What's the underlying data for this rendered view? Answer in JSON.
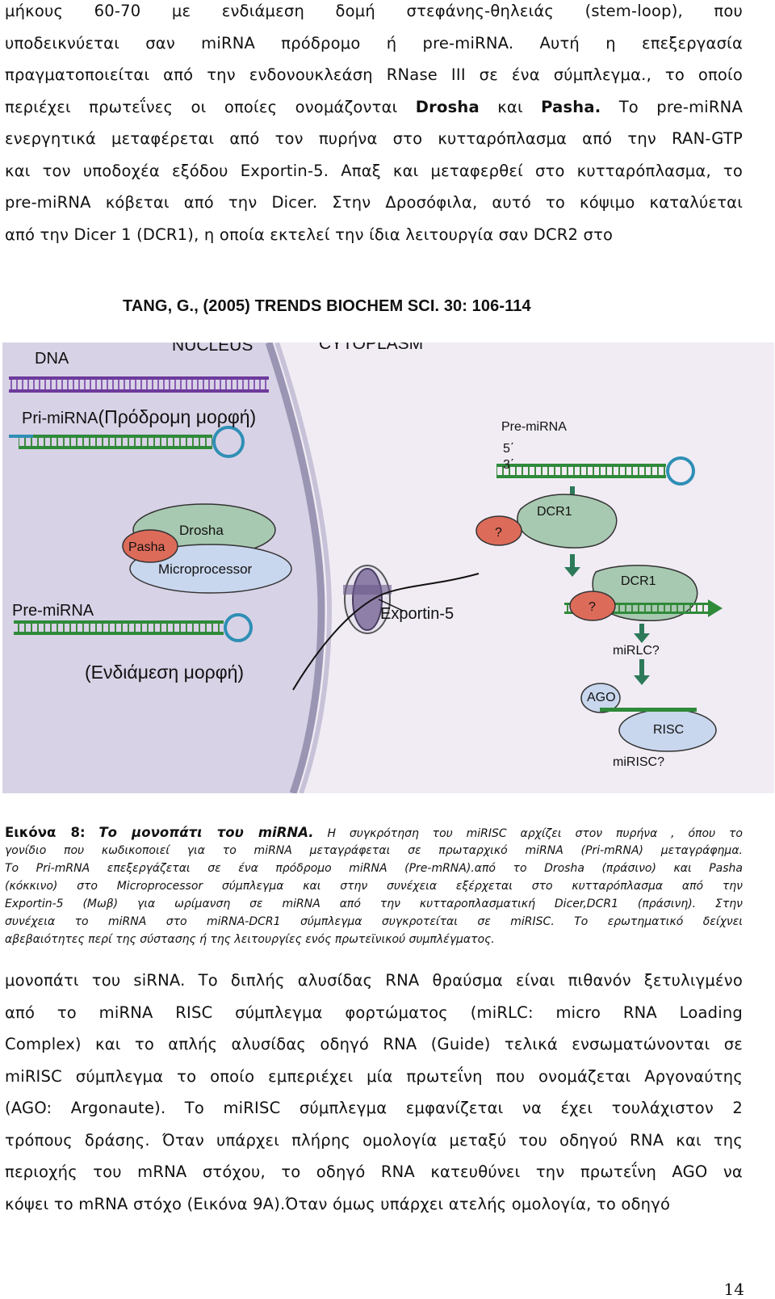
{
  "paragraph_top": [
    "μήκους 60-70 με ενδιάμεση δομή στεφάνης-θηλειάς (stem-loop), που",
    "υποδεικνύεται σαν miRNA πρόδρομο ή pre-miRNA. Αυτή η επεξεργασία",
    "πραγματοποιείται από την ενδονουκλεάση RNase III σε ένα σύμπλεγμα., το οποίο",
    "περιέχει πρωτεΐνες οι οποίες ονομάζονται ",
    "ενεργητικά μεταφέρεται από τον πυρήνα στο κυτταρόπλασμα από την RAN-GTP",
    "και τον υποδοχέα εξόδου Exportin-5. Απαξ και μεταφερθεί στο κυτταρόπλασμα, το",
    "pre-miRNA κόβεται από την Dicer. Στην Δροσόφιλα, αυτό το κόψιμο καταλύεται",
    "από την Dicer 1 (DCR1), η οποία εκτελεί την ίδια λειτουργία σαν DCR2 στο"
  ],
  "line4_parts": {
    "drosha": "Drosha",
    "and": " και ",
    "pasha": "Pasha.",
    "rest": " Το pre-miRNA"
  },
  "figure": {
    "source": "TANG, G., (2005) TRENDS BIOCHEM SCI. 30: 106-114",
    "labels": {
      "dna": "DNA",
      "nucleus": "NUCLEUS",
      "cytoplasm": "CYTOPLASM",
      "pri_mirna": "Pri-miRNA",
      "pri_mirna_gr": "(Πρόδρομη μορφή)",
      "pre_mirna_right": "Pre-miRNA",
      "five_prime": "5΄",
      "three_prime": "3΄",
      "dcr1_top": "DCR1",
      "question_1": "?",
      "drosha": "Drosha",
      "pasha": "Pasha",
      "microprocessor": "Microprocessor",
      "dcr1_mid": "DCR1",
      "question_2": "?",
      "pre_mirna_left": "Pre-miRNA",
      "exportin": "Exportin-5",
      "mirlc": "miRLC?",
      "intermediate_gr": "(Ενδιάμεση μορφή)",
      "ago": "AGO",
      "risc": "RISC",
      "mirisc": "miRISC?"
    },
    "colors": {
      "nucleus_bg": "#d8d2e6",
      "cytoplasm_bg": "#f1ecf4",
      "membrane": "#9b95b4",
      "dna_strand": "#6d3a9c",
      "rna_green": "#2f8a3a",
      "loop_blue": "#2f8fb5",
      "protein_green": "#a8c9b1",
      "protein_blue": "#c9d7ee",
      "pasha_red": "#dd6b5a"
    }
  },
  "caption": {
    "label": "Εικόνα 8:",
    "title": "Το μονοπάτι του miRNA.",
    "line1_rest": "Η συγκρότηση του miRISC αρχίζει στον πυρήνα , όπου το",
    "lines": [
      "γονίδιο που κωδικοποιεί για το miRNA μεταγράφεται σε πρωταρχικό miRNA (Pri-mRNA) μεταγράφημα.",
      "Το Pri-mRNA επεξεργάζεται σε ένα πρόδρομο miRNA (Pre-mRNA).από το Drosha (πράσινο) και Pasha",
      "(κόκκινο) στο Microprocessor σύμπλεγμα και στην συνέχεια εξέρχεται στο κυτταρόπλασμα από την",
      "Exportin-5 (Μωβ) για ωρίμανση σε miRNA από την κυτταροπλασματική Dicer,DCR1 (πράσινη). Στην",
      "συνέχεια το miRNA στο miRNA-DCR1 σύμπλεγμα συγκροτείται σε miRISC. Το ερωτηματικό δείχνει",
      "αβεβαιότητες περί της σύστασης ή της λειτουργίες ενός πρωτεϊνικού συμπλέγματος."
    ]
  },
  "paragraph_bottom": [
    "μονοπάτι του siRNA. Το διπλής αλυσίδας RNA θραύσμα είναι πιθανόν ξετυλιγμένο",
    "από το miRNA RISC σύμπλεγμα φορτώματος (miRLC: micro RNA Loading",
    "Complex) και το απλής αλυσίδας οδηγό RNA (Guide) τελικά ενσωματώνονται σε",
    "miRISC σύμπλεγμα το οποίο εμπεριέχει μία πρωτεΐνη που ονομάζεται Αργοναύτης",
    "(AGO: Argonaute). Το miRISC σύμπλεγμα εμφανίζεται να έχει τουλάχιστον 2",
    "τρόπους δράσης. Όταν υπάρχει πλήρης ομολογία μεταξύ του οδηγού RNA και της",
    "περιοχής του mRNA στόχου, το οδηγό RNA κατευθύνει την πρωτεΐνη AGO να",
    "κόψει το mRNA στόχο (Εικόνα 9Α).Όταν όμως υπάρχει ατελής ομολογία, το οδηγό"
  ],
  "page_number": "14"
}
